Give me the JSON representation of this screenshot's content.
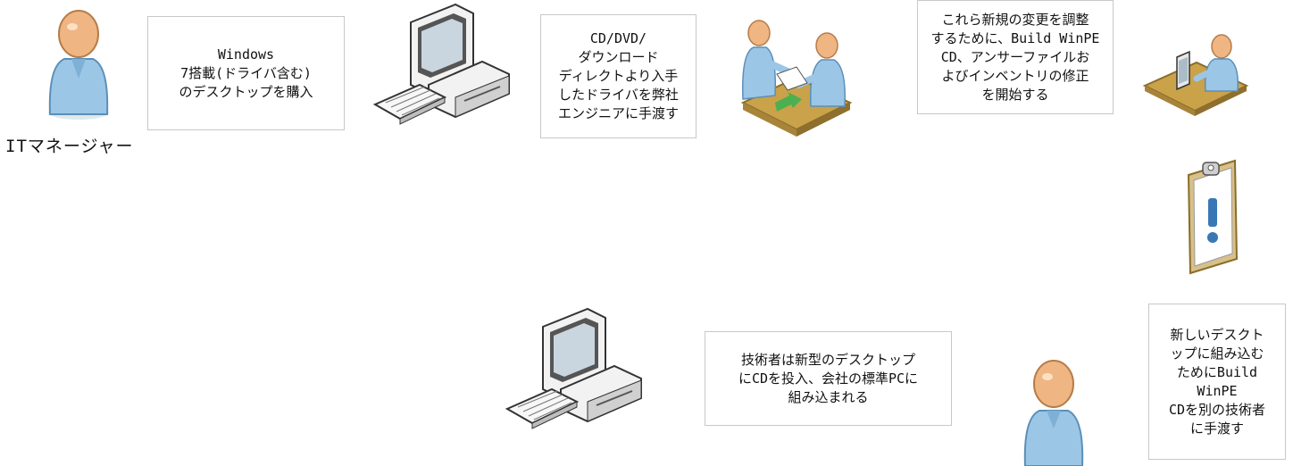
{
  "actors": {
    "it_manager_label": "ITマネージャー"
  },
  "steps": {
    "buy": "Windows\n7搭載(ドライバ含む)\nのデスクトップを購入",
    "handoff_driver": "CD/DVD/\nダウンロード\nディレクトより入手\nしたドライバを弊社\nエンジニアに手渡す",
    "build_winpe": "これら新規の変更を調整\nするために、Build WinPE\nCD、アンサーファイルお\nよびインベントリの修正\nを開始する",
    "handoff_cd": "新しいデスクト\nップに組み込む\nためにBuild\nWinPE\nCDを別の技術者\nに手渡す",
    "install": "技術者は新型のデスクトップ\nにCDを投入、会社の標準PCに\n組み込まれる"
  },
  "icons": {
    "person_color": "#9cc6e6",
    "skin_color": "#efb583",
    "desk_color": "#c9a24a",
    "arrow_color": "#4caf50",
    "clipboard_color": "#d8c08a"
  }
}
